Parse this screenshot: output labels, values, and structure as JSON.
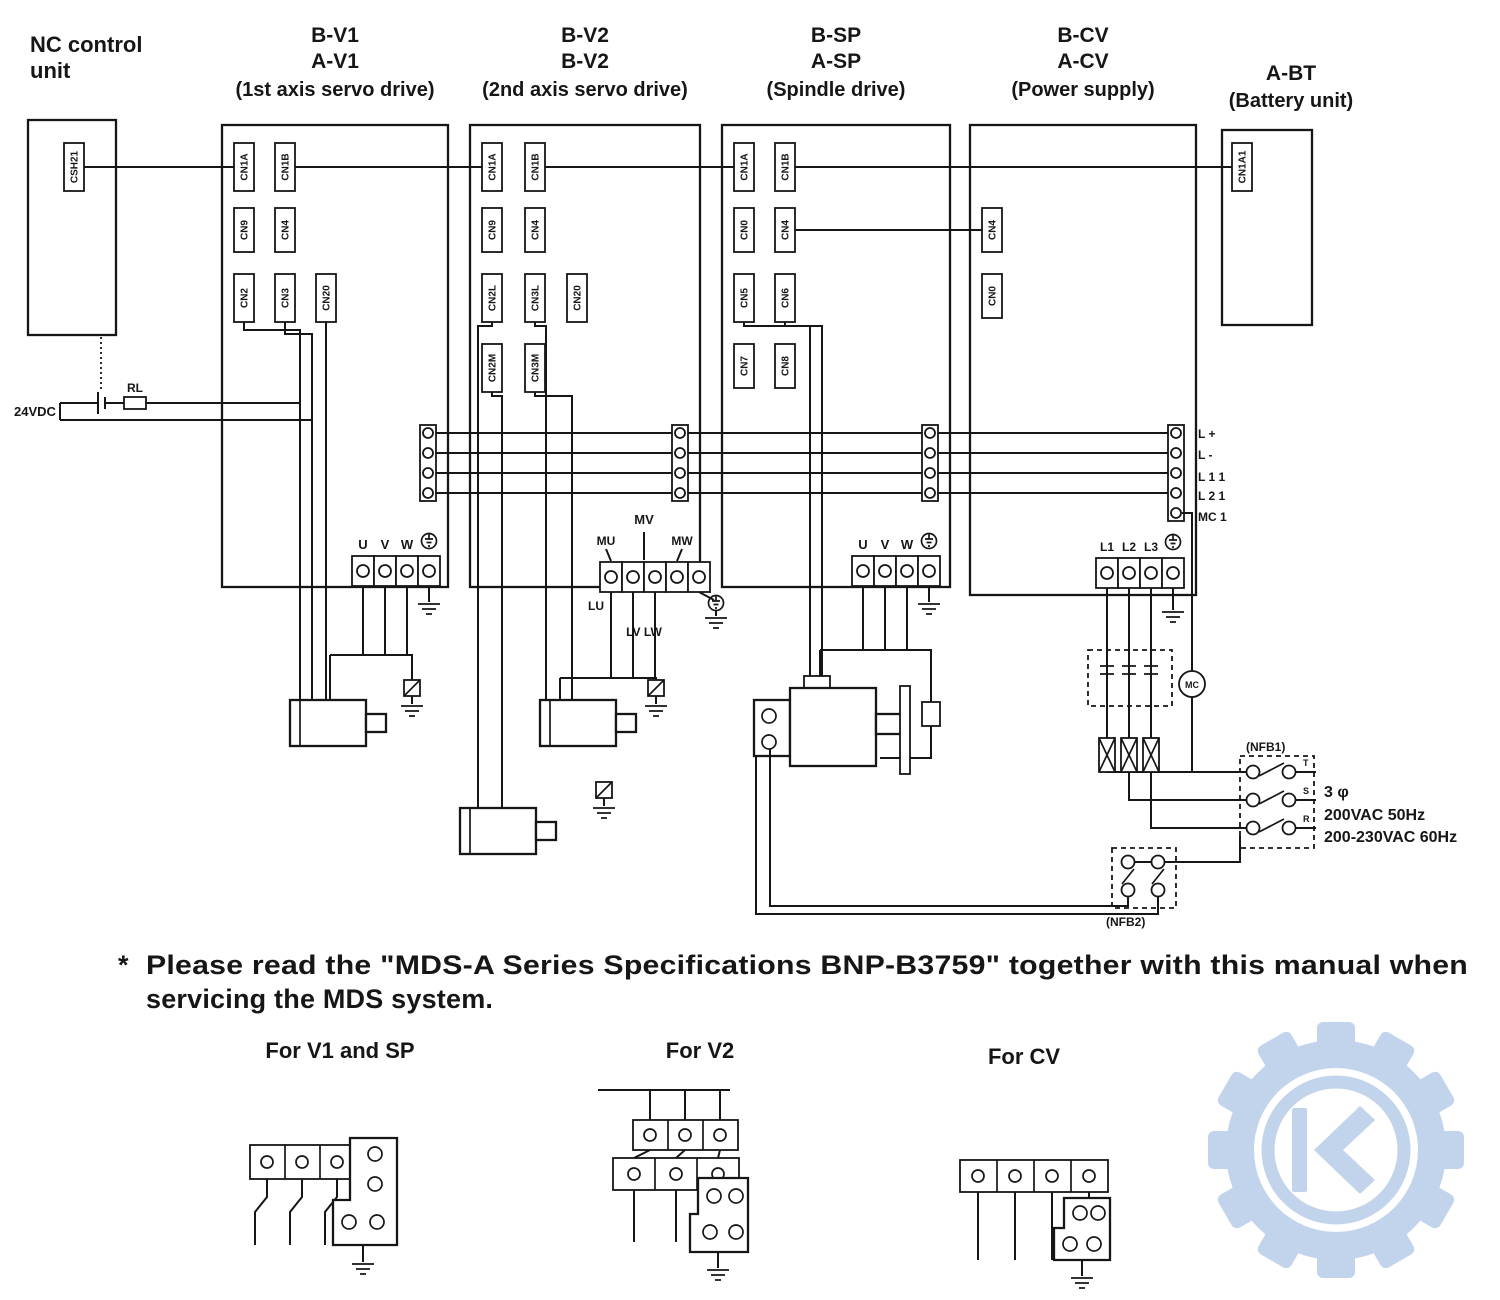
{
  "colors": {
    "ink": "#161616",
    "watermark": "#bed2ec"
  },
  "nc": {
    "title1": "NC control",
    "title2": "unit",
    "csh21": "CSH21"
  },
  "units": {
    "v1": {
      "h1": "B-V1",
      "h2": "A-V1",
      "h3": "(1st axis servo drive)",
      "cn1a": "CN1A",
      "cn1b": "CN1B",
      "cn9": "CN9",
      "cn4": "CN4",
      "cn2": "CN2",
      "cn3": "CN3",
      "cn20": "CN20",
      "u": "U",
      "v": "V",
      "w": "W"
    },
    "v2": {
      "h1": "B-V2",
      "h2": "B-V2",
      "h3": "(2nd axis servo drive)",
      "cn1a": "CN1A",
      "cn1b": "CN1B",
      "cn9": "CN9",
      "cn4": "CN4",
      "cn2l": "CN2L",
      "cn3l": "CN3L",
      "cn20": "CN20",
      "cn2m": "CN2M",
      "cn3m": "CN3M",
      "mv": "MV",
      "mu": "MU",
      "mw": "MW",
      "lu": "LU",
      "lvlw": "LV LW"
    },
    "sp": {
      "h1": "B-SP",
      "h2": "A-SP",
      "h3": "(Spindle drive)",
      "cn1a": "CN1A",
      "cn1b": "CN1B",
      "cn0": "CN0",
      "cn4": "CN4",
      "cn5": "CN5",
      "cn6": "CN6",
      "cn7": "CN7",
      "cn8": "CN8",
      "u": "U",
      "v": "V",
      "w": "W"
    },
    "cv": {
      "h1": "B-CV",
      "h2": "A-CV",
      "h3": "(Power supply)",
      "cn4": "CN4",
      "cn0": "CN0",
      "l1": "L1",
      "l2": "L2",
      "l3": "L3"
    },
    "bt": {
      "h1": "A-BT",
      "h2": "(Battery unit)",
      "cn1a1": "CN1A1"
    }
  },
  "dc": {
    "vdc": "24VDC",
    "rl": "RL"
  },
  "bus": {
    "lplus": "L +",
    "lminus": "L -",
    "l11": "L 1 1",
    "l21": "L 2 1",
    "mc1": "MC 1"
  },
  "mains": {
    "mc": "MC",
    "nfb1": "(NFB1)",
    "nfb2": "(NFB2)",
    "t": "T",
    "s": "S",
    "r": "R",
    "phase": "3 φ",
    "line1": "200VAC   50Hz",
    "line2": "200-230VAC   60Hz"
  },
  "note": {
    "star": "*",
    "line1": "Please read the \"MDS-A Series Specifications BNP-B3759\" together with this manual when",
    "line2": "servicing the MDS system."
  },
  "details": {
    "a": "For V1 and SP",
    "b": "For V2",
    "c": "For CV"
  }
}
